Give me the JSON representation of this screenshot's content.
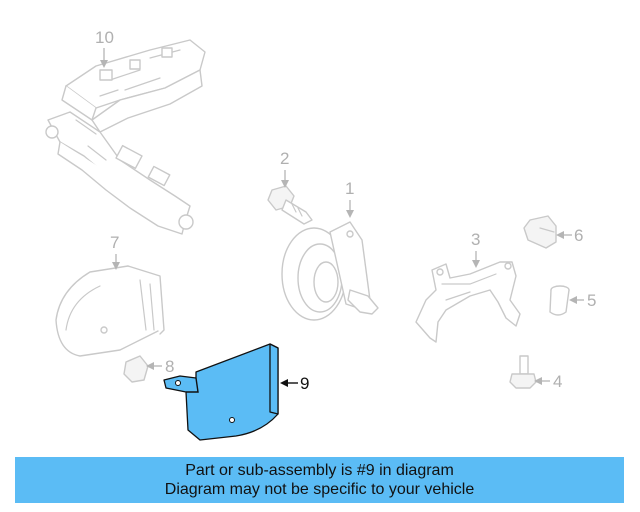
{
  "banner": {
    "line1": "Part or sub-assembly is #9 in diagram",
    "line2": "Diagram may not be specific to your vehicle",
    "color": "#5bbcf5"
  },
  "highlight": {
    "part": "9",
    "color": "#5bbcf5"
  },
  "callouts": {
    "c1": "1",
    "c2": "2",
    "c3": "3",
    "c4": "4",
    "c5": "5",
    "c6": "6",
    "c7": "7",
    "c8": "8",
    "c9": "9",
    "c10": "10"
  }
}
